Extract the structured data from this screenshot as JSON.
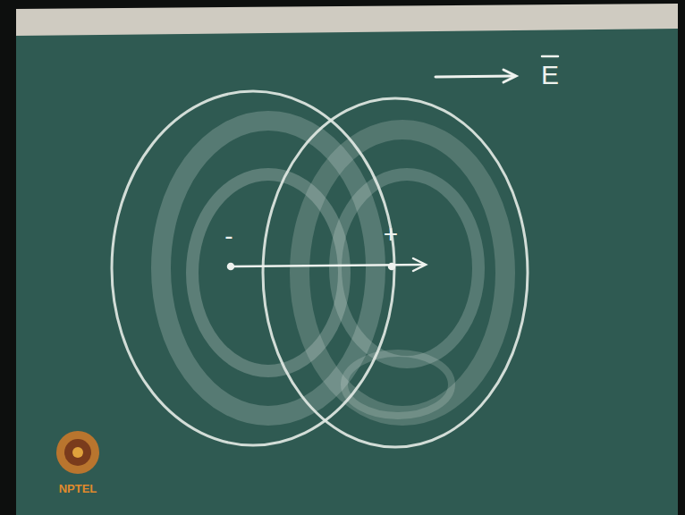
{
  "diagram": {
    "labels": [
      "E",
      "-",
      "+",
      "NPTEL"
    ]
  }
}
